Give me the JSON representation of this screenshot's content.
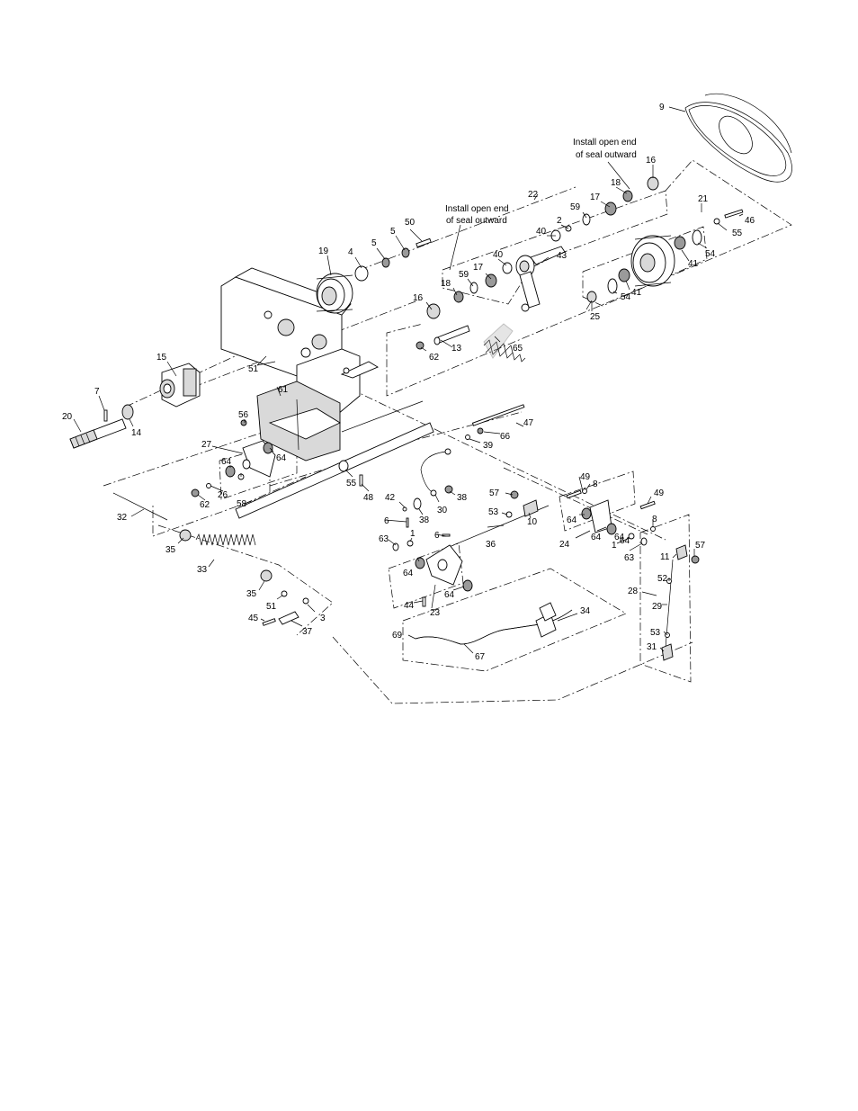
{
  "notes": [
    {
      "id": "note-upper",
      "lines": [
        "Install open end",
        "of seal outward"
      ]
    },
    {
      "id": "note-lower",
      "lines": [
        "Install open end",
        "of seal outward"
      ]
    }
  ],
  "callouts": [
    "1",
    "1",
    "2",
    "3",
    "4",
    "5",
    "5",
    "6",
    "6",
    "7",
    "8",
    "8",
    "9",
    "10",
    "11",
    "13",
    "14",
    "15",
    "16",
    "16",
    "17",
    "17",
    "18",
    "18",
    "19",
    "20",
    "21",
    "22",
    "23",
    "24",
    "25",
    "26",
    "27",
    "28",
    "29",
    "30",
    "31",
    "32",
    "33",
    "34",
    "35",
    "35",
    "36",
    "37",
    "38",
    "38",
    "39",
    "40",
    "40",
    "41",
    "41",
    "42",
    "43",
    "44",
    "45",
    "46",
    "47",
    "48",
    "49",
    "49",
    "50",
    "51",
    "51",
    "52",
    "53",
    "53",
    "54",
    "54",
    "55",
    "55",
    "56",
    "57",
    "57",
    "58",
    "59",
    "59",
    "61",
    "62",
    "62",
    "63",
    "63",
    "64",
    "64",
    "64",
    "64",
    "64",
    "64",
    "64",
    "64",
    "65",
    "66",
    "67",
    "69"
  ]
}
